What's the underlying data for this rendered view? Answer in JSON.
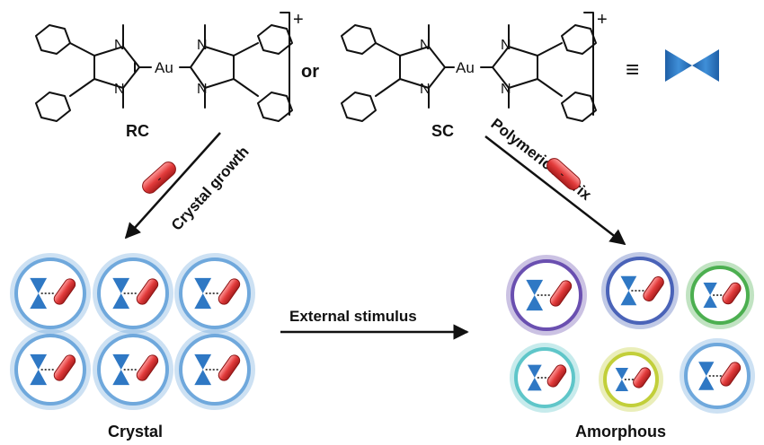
{
  "structures": {
    "left": {
      "metal": "Au",
      "label": "RC",
      "charge": "+"
    },
    "conjunction": "or",
    "right": {
      "metal": "Au",
      "label": "SC",
      "charge": "+"
    },
    "equivalence": "≡"
  },
  "arrows": {
    "left_route": "Crystal growth",
    "right_route": "Polymeric Matrix",
    "middle": "External stimulus"
  },
  "anion_sign": "-",
  "states": {
    "left": {
      "label": "Crystal",
      "units": [
        {
          "ring": "#6fa8dc"
        },
        {
          "ring": "#6fa8dc"
        },
        {
          "ring": "#6fa8dc"
        },
        {
          "ring": "#6fa8dc"
        },
        {
          "ring": "#6fa8dc"
        },
        {
          "ring": "#6fa8dc"
        }
      ]
    },
    "right": {
      "label": "Amorphous",
      "units": [
        {
          "ring": "#6a4fb0"
        },
        {
          "ring": "#4a63b8"
        },
        {
          "ring": "#4caf50"
        },
        {
          "ring": "#5fc6c9"
        },
        {
          "ring": "#c2cf3a"
        },
        {
          "ring": "#6fa8dc"
        }
      ]
    }
  },
  "colors": {
    "cation": "#2f78c4",
    "anion": "#e23b3b",
    "text": "#111111"
  }
}
